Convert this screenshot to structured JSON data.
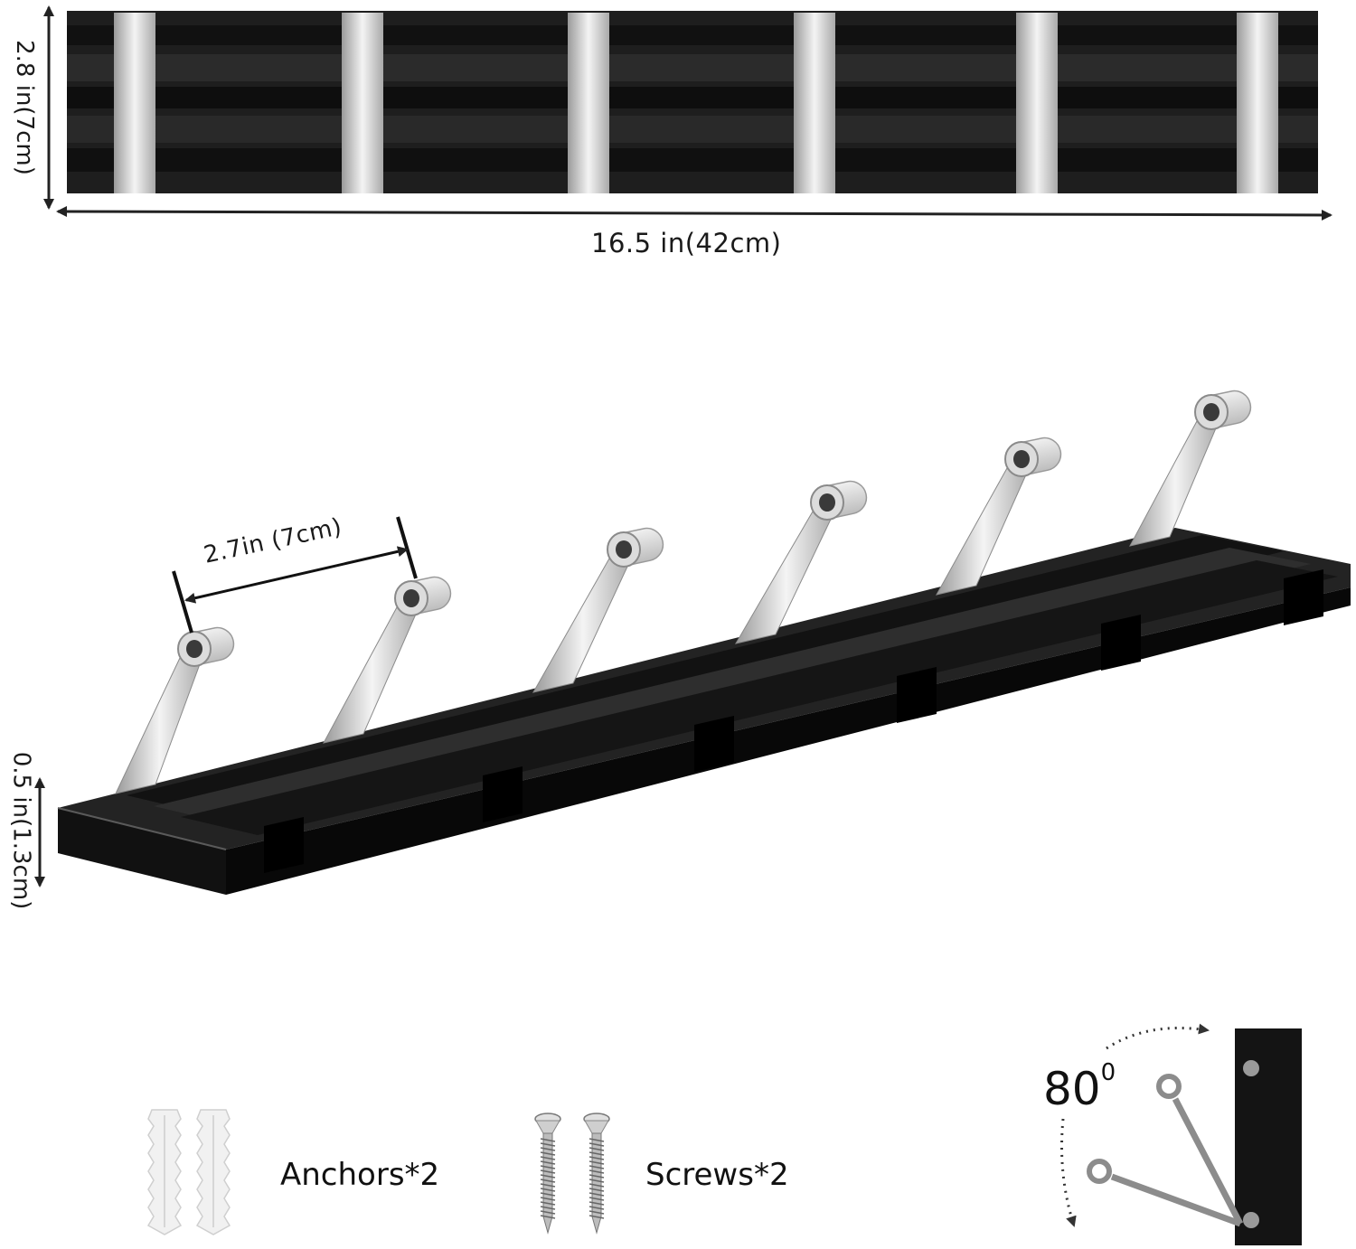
{
  "dimensions": {
    "top_height": "2.8 in(7cm)",
    "top_width": "16.5 in(42cm)",
    "hook_spacing": "2.7in (7cm)",
    "board_thickness": "0.5 in(1.3cm)"
  },
  "accessories": [
    {
      "label": "Anchors*2",
      "icon": "wall-anchor-icon"
    },
    {
      "label": "Screws*2",
      "icon": "screw-icon"
    }
  ],
  "fold": {
    "angle": "80",
    "degree_mark": "0"
  },
  "colors": {
    "board": "#1c1c1c",
    "board_stripe": "#0a0a0a",
    "hook": "#d8d8d8",
    "hook_shadow": "#8a8a8a",
    "arrow": "#222222"
  },
  "hook_count": 6
}
